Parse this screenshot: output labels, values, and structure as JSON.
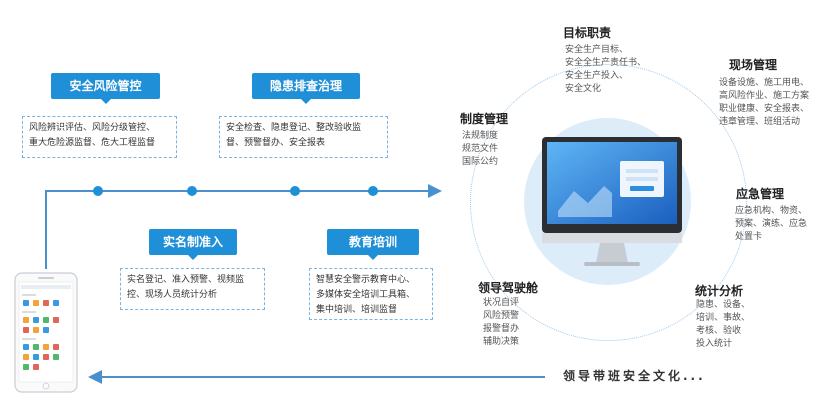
{
  "left_modules": [
    {
      "title": "安全风险管控",
      "lines": [
        "风险辨识评估、风险分级管控、",
        "重大危险源监督、危大工程监督"
      ]
    },
    {
      "title": "隐患排查治理",
      "lines": [
        "安全检查、隐患登记、整改验收监",
        "督、预警督办、安全报表"
      ]
    },
    {
      "title": "实名制准入",
      "lines": [
        "实名登记、准入预警、视频监",
        "控、现场人员统计分析"
      ]
    },
    {
      "title": "教育培训",
      "lines": [
        "智慧安全警示教育中心、",
        "多媒体安全培训工具箱、",
        "集中培训、培训监督"
      ]
    }
  ],
  "ring_modules": {
    "target": {
      "title": "目标职责",
      "lines": [
        "安全生产目标、",
        "安全全生产责任书、",
        "安全生产投入、",
        "安全文化"
      ]
    },
    "institution": {
      "title": "制度管理",
      "lines": [
        "法规制度",
        "规范文件",
        "国际公约"
      ]
    },
    "site": {
      "title": "现场管理",
      "lines": [
        "设备设施、施工用电、",
        "高风险作业、施工方案",
        "职业健康、安全报表、",
        "违章管理、班组活动"
      ]
    },
    "emergency": {
      "title": "应急管理",
      "lines": [
        "应急机构、物资、",
        "预案、演练、应急",
        "处置卡"
      ]
    },
    "cockpit": {
      "title": "领导驾驶舱",
      "lines": [
        "状况自评",
        "风险预警",
        "报警督办",
        "辅助决策"
      ]
    },
    "statistics": {
      "title": "统计分析",
      "lines": [
        "隐患、设备、",
        "培训、事故、",
        "考核、验收",
        "投入统计"
      ]
    }
  },
  "bottom_text": "领导带班安全文化...",
  "colors": {
    "accent": "#1f8fd8",
    "line": "#4a90cf",
    "dash": "#79b4e6"
  }
}
